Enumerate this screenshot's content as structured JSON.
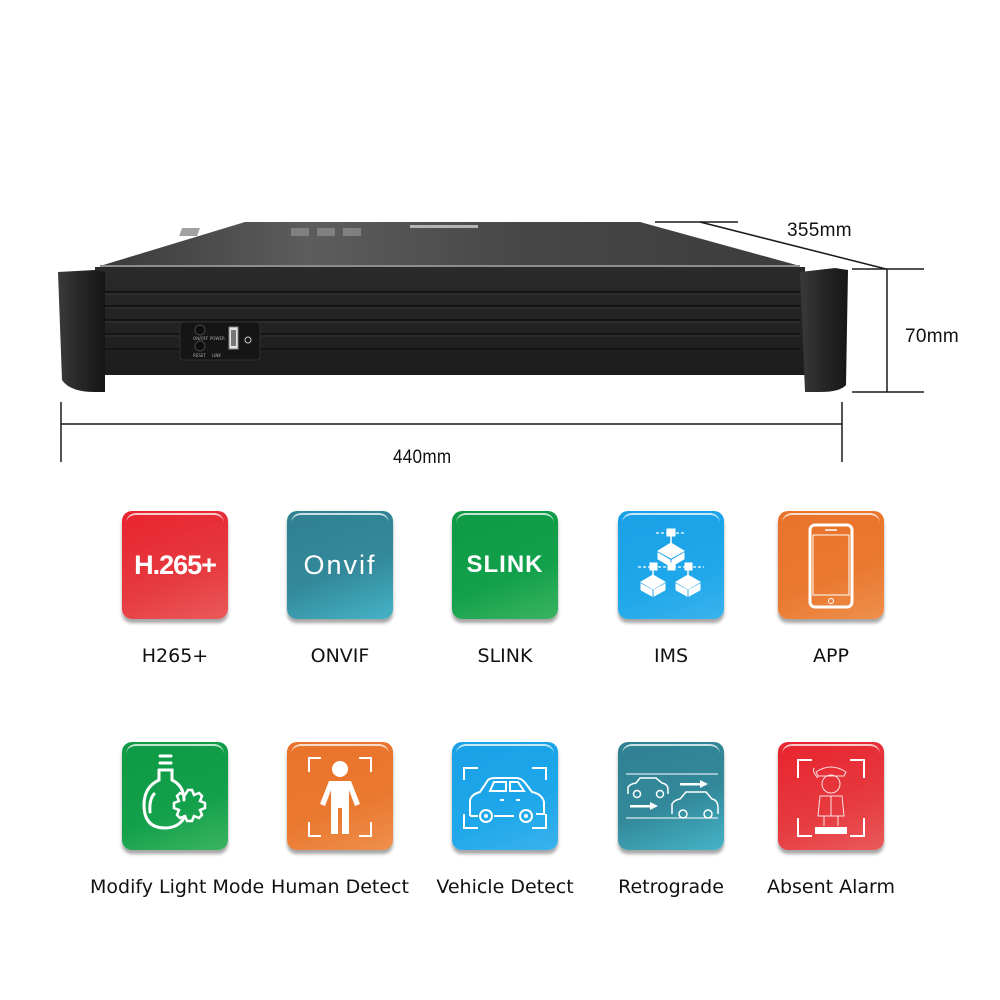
{
  "device": {
    "name": "NVR rack chassis",
    "front_panel": {
      "labels": [
        "ON/OFF",
        "POWER",
        "RESET",
        "LINK"
      ],
      "port": "USB"
    },
    "dimensions": {
      "depth": "355mm",
      "height": "70mm",
      "width": "440mm"
    }
  },
  "features": [
    {
      "label": "H265+",
      "tile_text": "H.265+",
      "icon": "h265-text-icon",
      "color": "#e8232e"
    },
    {
      "label": "ONVIF",
      "tile_text": "Onvif",
      "icon": "onvif-logo-icon",
      "color": "#33899a"
    },
    {
      "label": "SLINK",
      "tile_text": "SLINK",
      "icon": "slink-text-icon",
      "color": "#13a04b"
    },
    {
      "label": "IMS",
      "tile_text": "",
      "icon": "network-hierarchy-icon",
      "color": "#1ea7ea"
    },
    {
      "label": "APP",
      "tile_text": "",
      "icon": "smartphone-icon",
      "color": "#ea7930"
    },
    {
      "label": "Modify Light Mode",
      "tile_text": "",
      "icon": "lightbulb-gear-icon",
      "color": "#13a04b"
    },
    {
      "label": "Human Detect",
      "tile_text": "",
      "icon": "person-detect-icon",
      "color": "#ea7930"
    },
    {
      "label": "Vehicle Detect",
      "tile_text": "",
      "icon": "car-detect-icon",
      "color": "#1ea7ea"
    },
    {
      "label": "Retrograde",
      "tile_text": "",
      "icon": "retrograde-cars-icon",
      "color": "#33899a"
    },
    {
      "label": "Absent Alarm",
      "tile_text": "",
      "icon": "guard-absent-icon",
      "color": "#e8232e"
    }
  ]
}
